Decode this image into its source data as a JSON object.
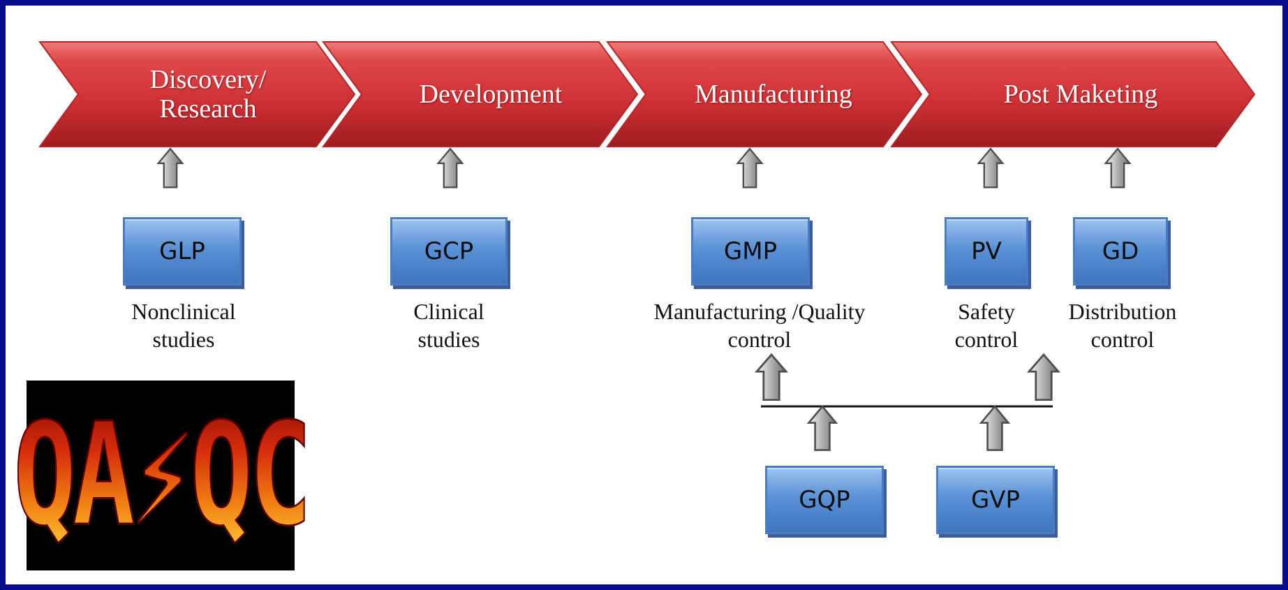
{
  "stages": [
    {
      "label": "Discovery/\nResearch"
    },
    {
      "label": "Development"
    },
    {
      "label": "Manufacturing"
    },
    {
      "label": "Post Maketing"
    }
  ],
  "boxes": {
    "glp": "GLP",
    "gcp": "GCP",
    "gmp": "GMP",
    "pv": "PV",
    "gd": "GD",
    "gqp": "GQP",
    "gvp": "GVP"
  },
  "captions": {
    "glp": "Nonclinical\nstudies",
    "gcp": "Clinical\nstudies",
    "gmp": "Manufacturing /Quality\ncontrol",
    "pv": "Safety\ncontrol",
    "gd": "Distribution\ncontrol"
  },
  "logo": {
    "text": "QA⚡QC"
  },
  "colors": {
    "border": "#0a0a8c",
    "stage_red": "#d8363a",
    "box_blue": "#5b91d6",
    "arrow_gray": "#b8b8b8"
  }
}
